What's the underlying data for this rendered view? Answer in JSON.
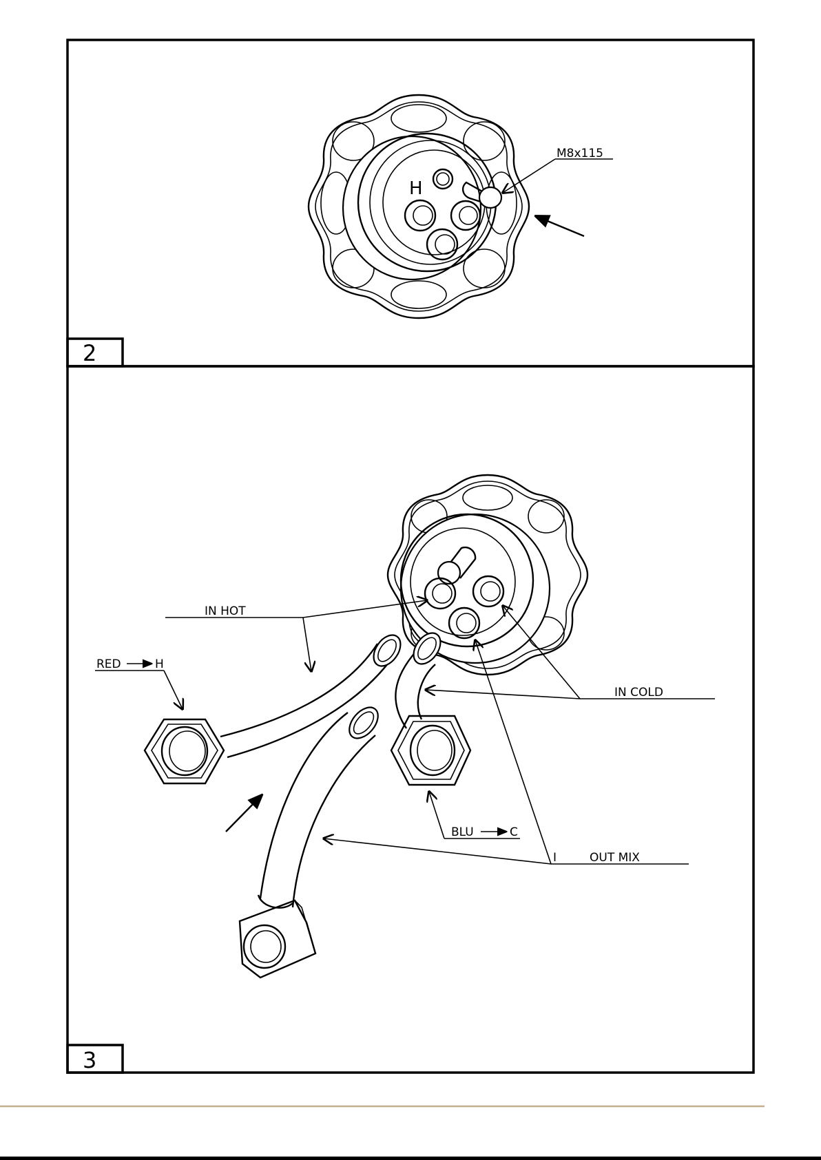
{
  "colors": {
    "line": "#000000",
    "footer_rule": "#c4b08e",
    "bottom_bar": "#000000"
  },
  "panels": [
    {
      "step_number": "2",
      "callouts": {
        "bolt": "M8x115",
        "hot_mark": "H"
      }
    },
    {
      "step_number": "3",
      "callouts": {
        "in_hot": "IN  HOT",
        "red_h": "RED",
        "red_h_target": "H",
        "in_cold": "IN  COLD",
        "blu_c": "BLU",
        "blu_c_target": "C",
        "out_mix_prefix": "I",
        "out_mix": "OUT  MIX"
      }
    }
  ]
}
